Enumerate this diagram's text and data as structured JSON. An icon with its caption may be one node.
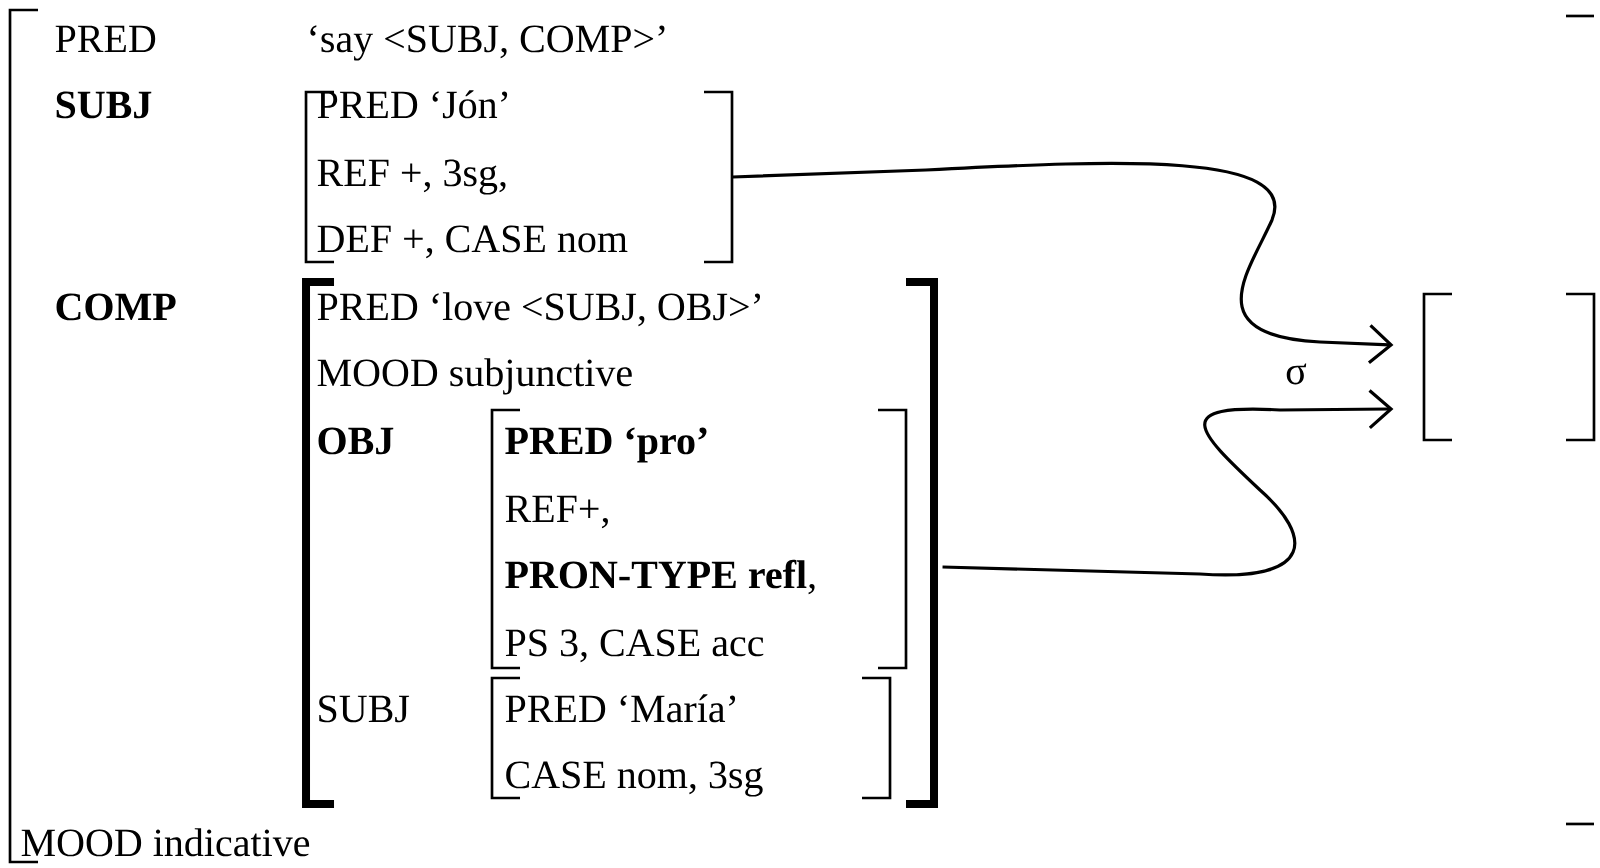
{
  "diagram": {
    "nodes": [
      {
        "text": [
          "PRED",
          "‘say <SUBJ, COMP>’",
          "SUBJ",
          "COMP",
          "MOOD indicative"
        ]
      },
      {
        "text": [
          "PRED ‘Jón’",
          "REF +, 3sg,",
          "DEF +, CASE nom"
        ],
        "in": 0
      },
      {
        "text": [
          "PRED ‘love <SUBJ, OBJ>’",
          "MOOD subjunctive",
          "OBJ",
          "SUBJ"
        ],
        "in": 0
      },
      {
        "text": [
          "PRED ‘pro’",
          "REF+,",
          "**PRON-TYPE refl**,",
          "PS 3, CASE acc"
        ],
        "in": 2
      },
      {
        "text": [
          "PRED ‘María’",
          "CASE nom, 3sg"
        ],
        "in": 2
      },
      {
        "text": [],
        "shape": "bracket",
        "in": 0
      }
    ],
    "edges": [
      {
        "from": 1,
        "to": 5,
        "arrow": "to"
      },
      {
        "from": 2,
        "to": 5,
        "arrow": "to",
        "label": "σ"
      }
    ]
  }
}
